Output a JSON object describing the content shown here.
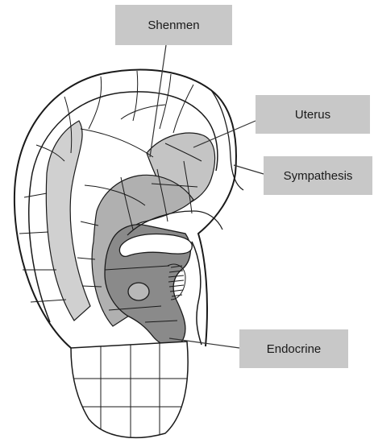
{
  "labels": {
    "shenmen": "Shenmen",
    "uterus": "Uterus",
    "sympathesis": "Sympathesis",
    "endocrine": "Endocrine"
  },
  "colors": {
    "label_box": "#c8c8c8",
    "ear_outline": "#1a1a1a",
    "shade_light": "#d0d0d0",
    "shade_mid": "#a8a8a8",
    "shade_dark": "#7a7a7a"
  }
}
